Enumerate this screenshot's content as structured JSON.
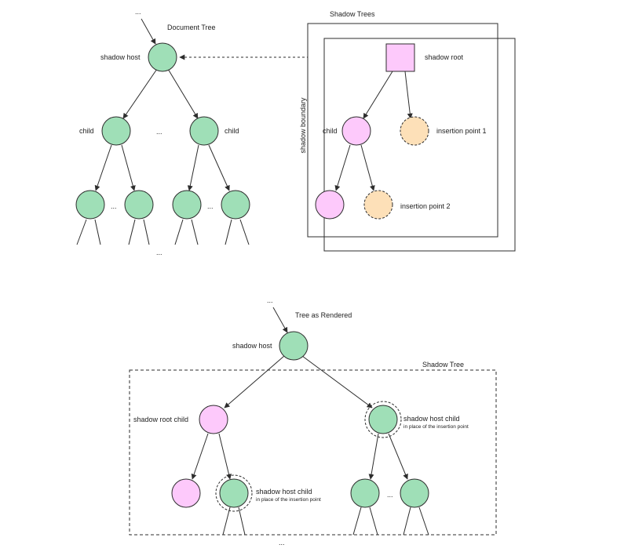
{
  "colors": {
    "host": "#9fdfb7",
    "shadow": "#fdc9fb",
    "insertion": "#fde0b8",
    "stroke": "#2d2d2d"
  },
  "top": {
    "document_tree_title": "Document Tree",
    "shadow_trees_title": "Shadow Trees",
    "shadow_host": "shadow host",
    "child_left": "child",
    "child_right": "child",
    "ellipsis": "...",
    "shadow_boundary": "shadow boundary",
    "shadow_root": "shadow root",
    "shadow_child": "child",
    "insertion_point_1": "insertion point 1",
    "insertion_point_2": "insertion point 2"
  },
  "bottom": {
    "title": "Tree as Rendered",
    "shadow_tree_label": "Shadow Tree",
    "shadow_host": "shadow host",
    "shadow_root_child": "shadow root child",
    "shadow_host_child": "shadow host child",
    "in_place_note": "in place of the insertion point",
    "ellipsis": "..."
  }
}
